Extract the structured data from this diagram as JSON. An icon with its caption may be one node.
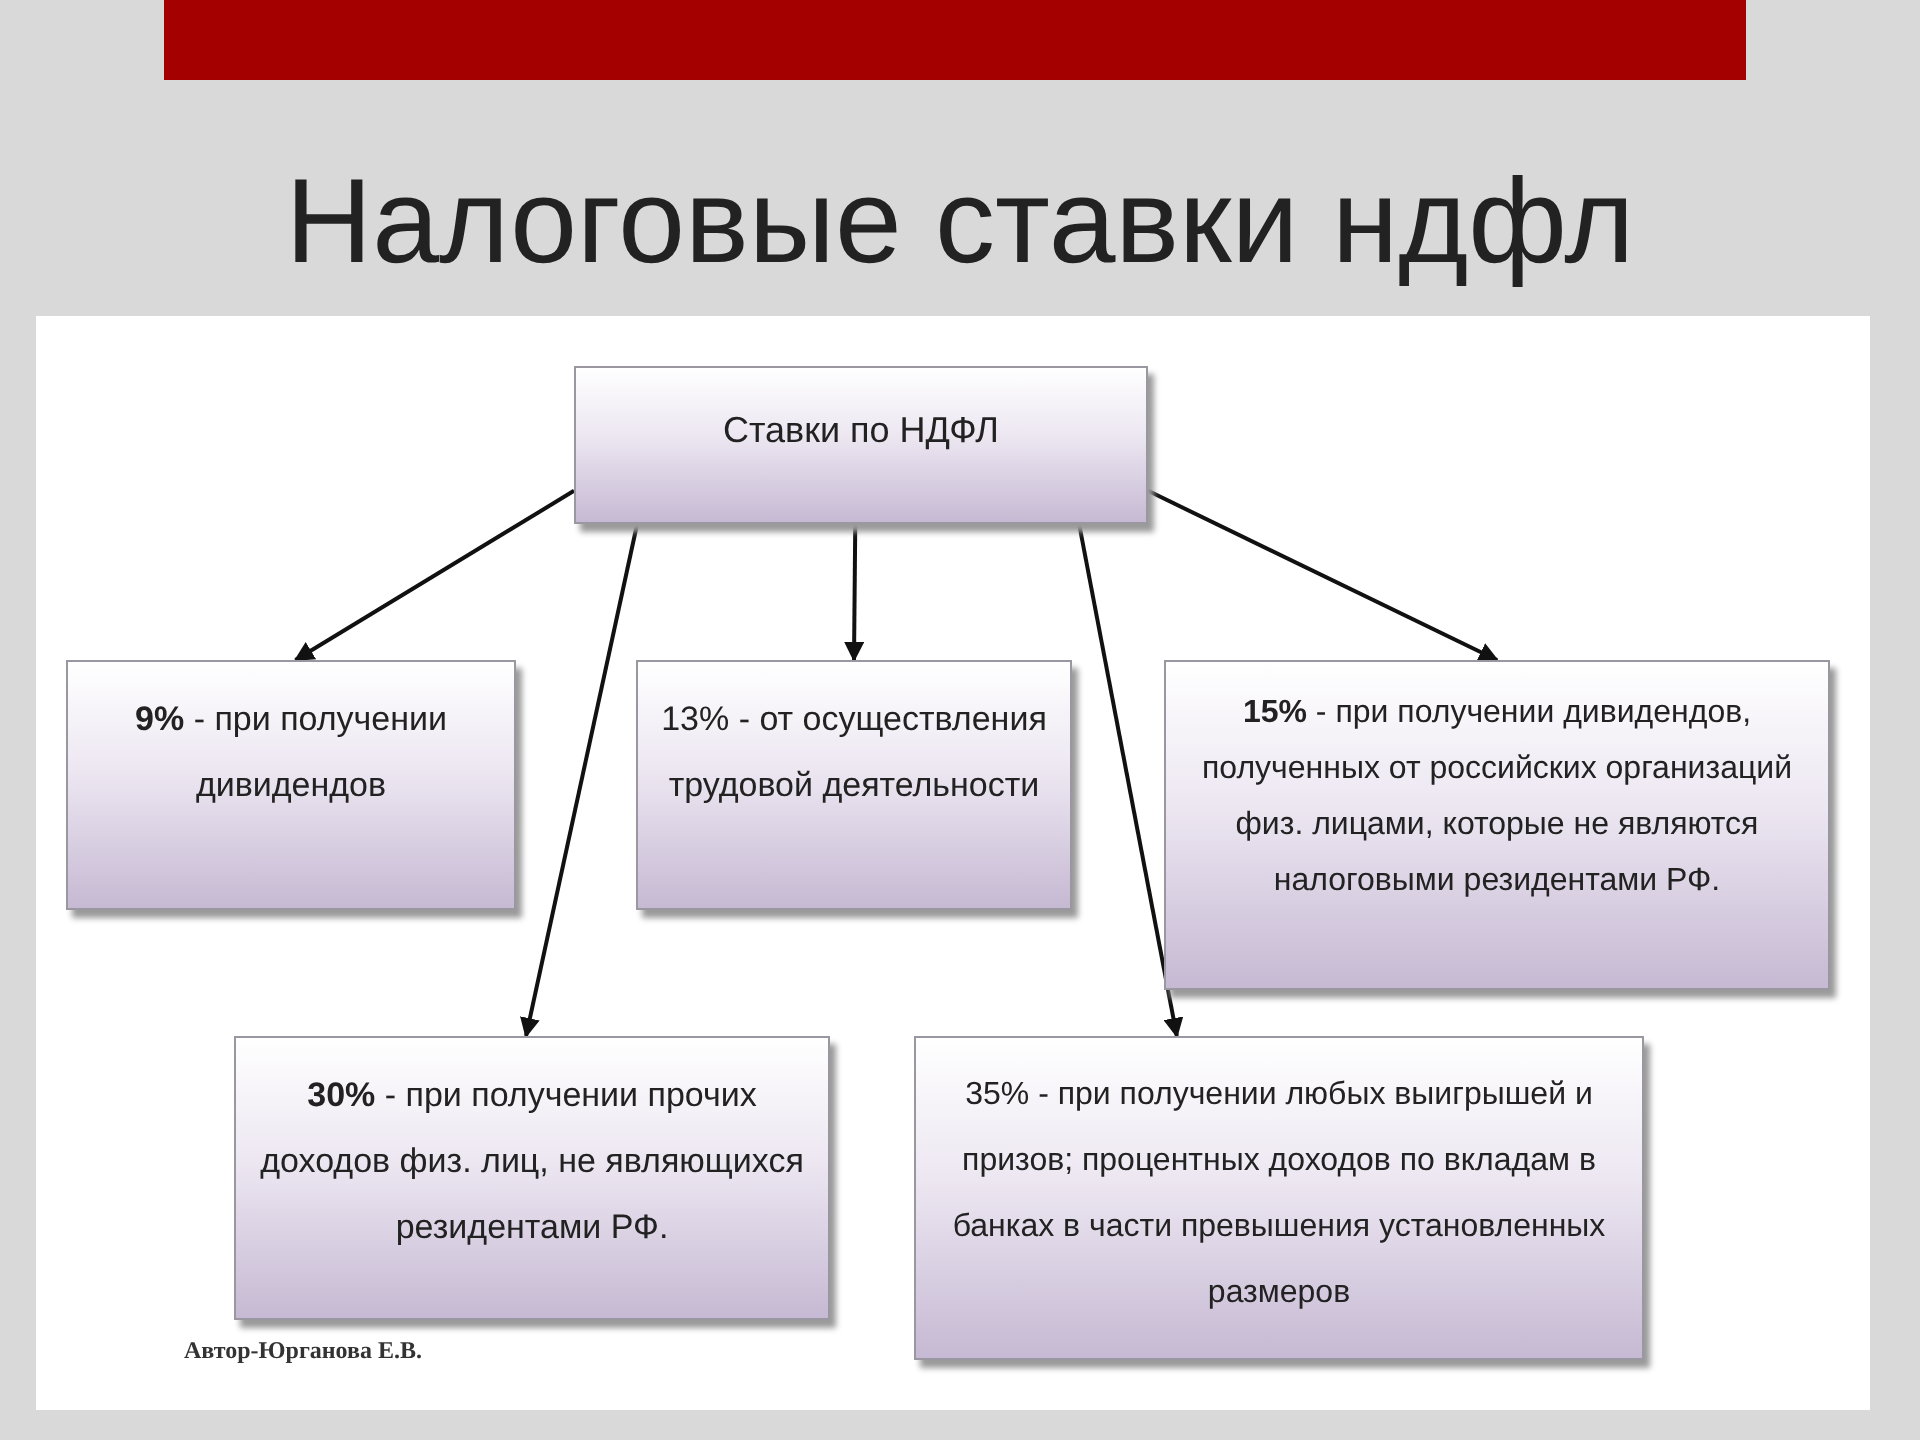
{
  "diagram": {
    "title": "Налоговые ставки ндфл",
    "nodes": [
      {
        "text": [
          "Ставки по НДФЛ"
        ]
      },
      {
        "text": [
          "**9%** - при получении дивидендов"
        ]
      },
      {
        "text": [
          "13% - от осуществления трудовой деятельности"
        ]
      },
      {
        "text": [
          "**15%** - при получении дивидендов, полученных от российских организаций физ. лицами, которые не являются налоговыми резидентами РФ."
        ]
      },
      {
        "text": [
          "**30%** - при получении прочих доходов физ. лиц, не являющихся резидентами РФ."
        ]
      },
      {
        "text": [
          "35% - при получении любых выигрышей и призов; процентных доходов по вкладам в банках в части превышения установленных размеров"
        ]
      }
    ],
    "edges": [
      {
        "from": 0,
        "to": 1,
        "arrow": "to"
      },
      {
        "from": 0,
        "to": 4,
        "arrow": "to"
      },
      {
        "from": 0,
        "to": 2,
        "arrow": "to"
      },
      {
        "from": 0,
        "to": 5,
        "arrow": "to"
      },
      {
        "from": 0,
        "to": 3,
        "arrow": "to"
      }
    ],
    "labels": [
      "Автор-Юрганова Е.В."
    ]
  }
}
